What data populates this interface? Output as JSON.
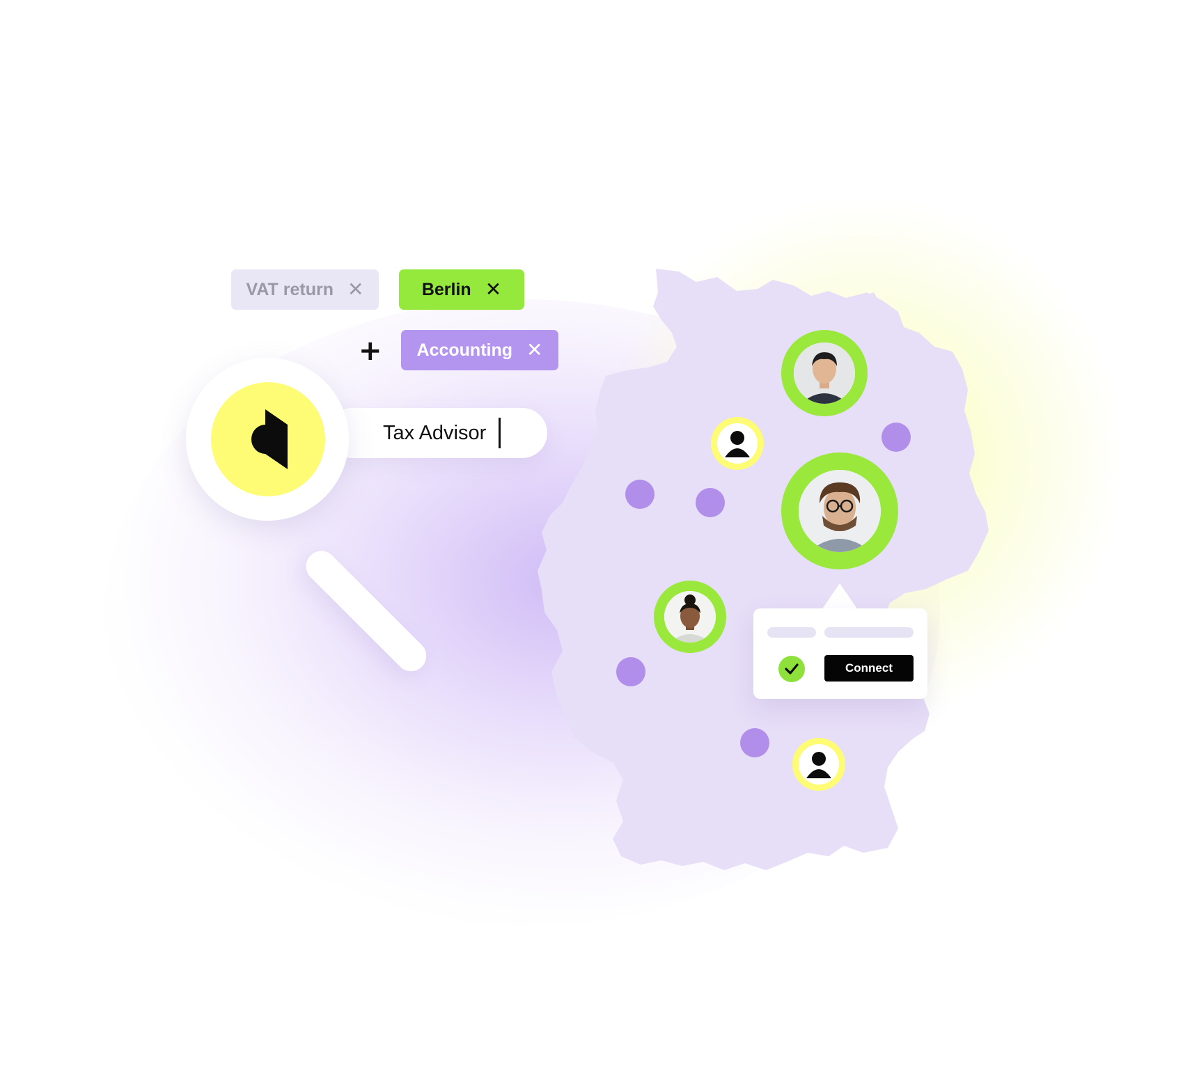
{
  "filters": {
    "vat": {
      "label": "VAT return",
      "remove_glyph": "✕"
    },
    "berlin": {
      "label": "Berlin",
      "remove_glyph": "✕"
    },
    "accounting": {
      "label": "Accounting",
      "remove_glyph": "✕"
    },
    "add_glyph": "+"
  },
  "search": {
    "value": "Tax Advisor"
  },
  "popup": {
    "connect_label": "Connect"
  },
  "colors": {
    "lime": "#95e83c",
    "lavender": "#b394ee",
    "yellow": "#fdfc74",
    "map": "#e7def8",
    "dot": "#b08ee9",
    "chip_grey": "#e9e6f5"
  },
  "icons": {
    "logo": "d-logo-icon",
    "user": "user-icon",
    "check": "check-icon",
    "close": "close-icon",
    "plus": "plus-icon"
  }
}
